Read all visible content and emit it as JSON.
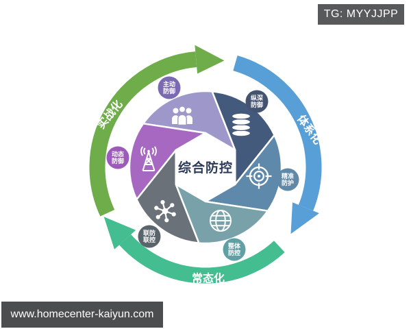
{
  "header": {
    "tg_label": "TG: MYYJJPP",
    "box_color": "#58595b"
  },
  "footer": {
    "watermark": "www.homecenter-kaiyun.com",
    "box_color": "#4c4d4f"
  },
  "diagram": {
    "center_label": "综合防控",
    "center_label_color": "#2c3b5a",
    "ring_arcs": [
      {
        "label": "实战化",
        "color": "#6fad4b"
      },
      {
        "label": "体系化",
        "color": "#589fd7"
      },
      {
        "label": "常态化",
        "color": "#44bd90"
      }
    ],
    "segments": [
      {
        "name": "active-defense",
        "badge_line1": "主动",
        "badge_line2": "防御",
        "icon": "people-icon",
        "blade_color": "#9e97c9",
        "badge_color": "#7b6ab2"
      },
      {
        "name": "defense-in-depth",
        "badge_line1": "纵深",
        "badge_line2": "防御",
        "icon": "database-icon",
        "blade_color": "#445a7c",
        "badge_color": "#44536f"
      },
      {
        "name": "precise-protection",
        "badge_line1": "精准",
        "badge_line2": "防护",
        "icon": "target-icon",
        "blade_color": "#5f89aa",
        "badge_color": "#6089a8"
      },
      {
        "name": "overall-control",
        "badge_line1": "整体",
        "badge_line2": "防控",
        "icon": "globe-icon",
        "blade_color": "#78a1a9",
        "badge_color": "#60a0a4"
      },
      {
        "name": "joint-prevention",
        "badge_line1": "联防",
        "badge_line2": "联控",
        "icon": "network-icon",
        "blade_color": "#6b7178",
        "badge_color": "#59646b"
      },
      {
        "name": "dynamic-defense",
        "badge_line1": "动态",
        "badge_line2": "防御",
        "icon": "tower-icon",
        "blade_color": "#a768c2",
        "badge_color": "#9d5abc"
      }
    ]
  }
}
